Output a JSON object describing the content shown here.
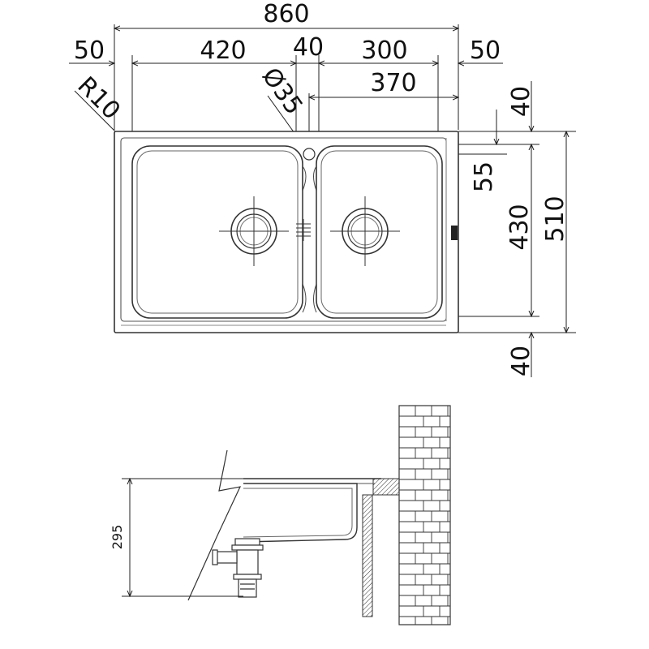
{
  "top_view": {
    "dim_overall_width": "860",
    "dim_left_margin": "50",
    "dim_left_bowl": "420",
    "dim_bridge": "40",
    "dim_right_bowl": "300",
    "dim_right_margin": "50",
    "dim_tap_hole": "Ø35",
    "dim_tap_to_edge": "370",
    "dim_corner_radius": "R10",
    "dim_top_margin": "40",
    "dim_tap_offset": "55",
    "dim_bowl_depth": "430",
    "dim_overall_depth": "510",
    "dim_bottom_margin": "40"
  },
  "side_view": {
    "dim_bowl_height": "295"
  }
}
